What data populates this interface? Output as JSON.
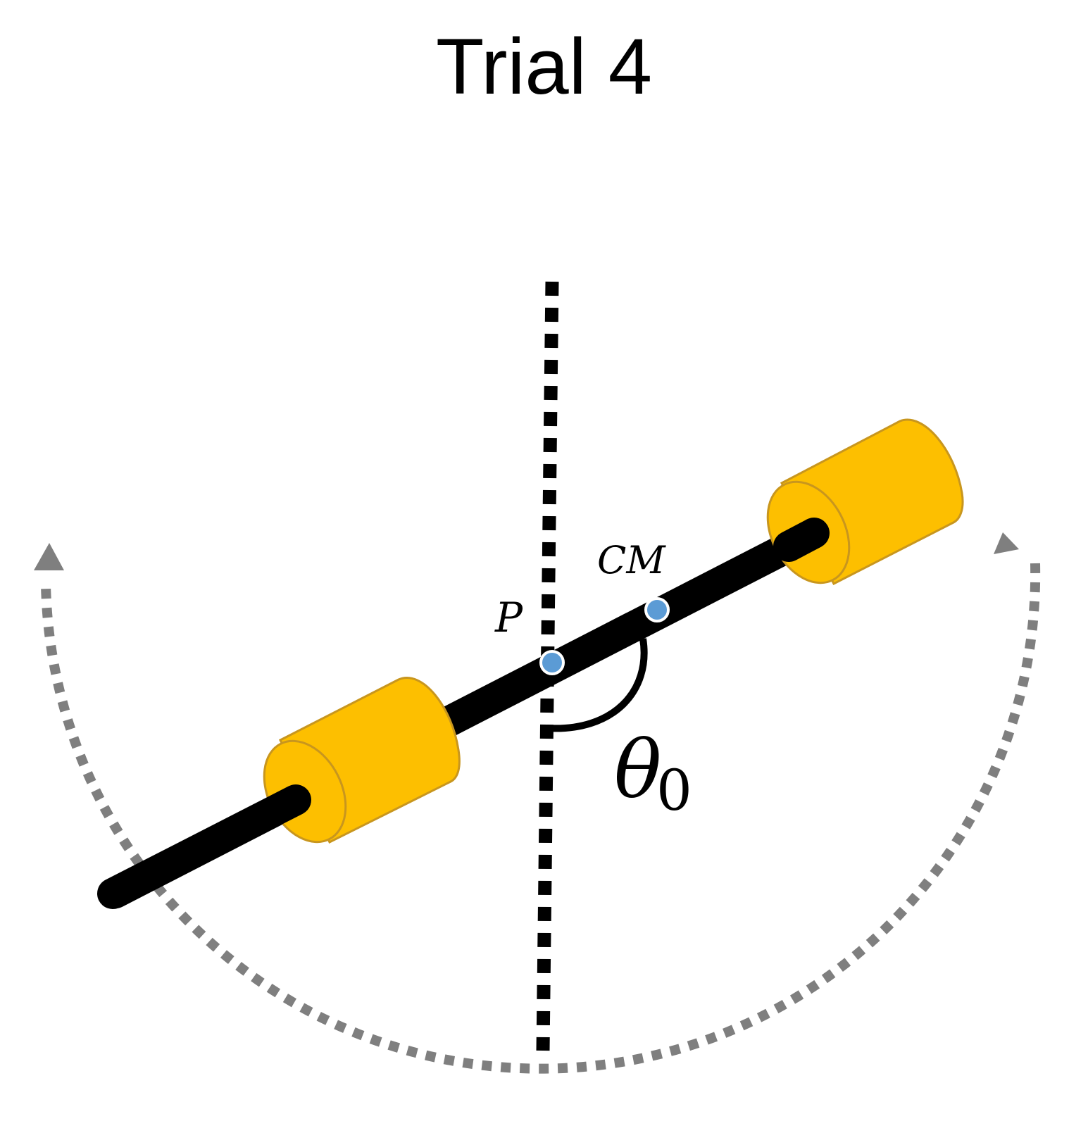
{
  "title": "Trial 4",
  "labels": {
    "pivot": "P",
    "center_of_mass": "CM",
    "angle_symbol": "θ",
    "angle_subscript": "0"
  },
  "colors": {
    "rod": "#000000",
    "weight_fill": "#FDBF00",
    "weight_stroke": "#C8961E",
    "point_fill": "#5B9BD5",
    "point_stroke": "#ffffff",
    "swing_arc": "#7F7F7F",
    "vertical_reference": "#000000"
  }
}
